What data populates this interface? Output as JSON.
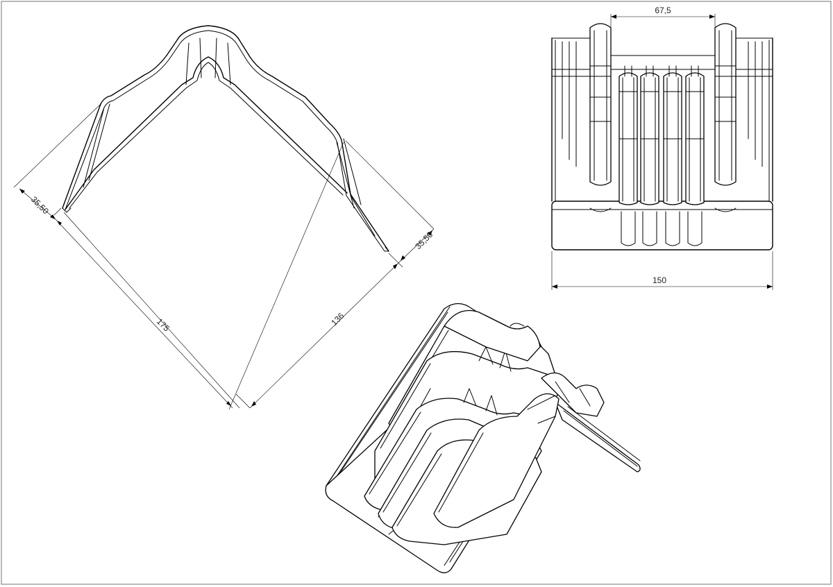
{
  "drawing": {
    "dimensions": {
      "leg_thickness_left": "35,50",
      "leg_thickness_right": "35,50",
      "outer_leg_length": "175",
      "inner_leg_length": "136",
      "slot_width": "67,5",
      "overall_width": "150"
    },
    "views": [
      "side-view",
      "front-view",
      "isometric-view"
    ],
    "line_color": "#000000",
    "frame_color": "#8a8a8a",
    "background_color": "#ffffff"
  }
}
